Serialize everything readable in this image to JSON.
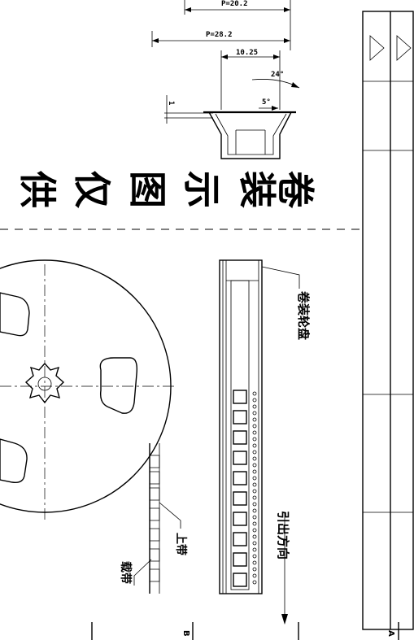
{
  "title_block": {
    "cols": [
      "",
      ""
    ]
  },
  "dimensions": {
    "top_partial": "P=20.2",
    "width_total": "P=28.2",
    "inner_width": "10.25",
    "angle_outer": "24°",
    "angle_inner": "5°",
    "height": "1"
  },
  "title_chars": [
    "卷",
    "装",
    "示",
    "图",
    "仅",
    "供"
  ],
  "labels": {
    "reel": "卷装轮盘",
    "feed_direction": "引出方向",
    "cover_tape": "上带",
    "carrier_tape": "载带"
  },
  "margin_marks": {
    "left_bottom": "A",
    "mid_bottom": "B"
  }
}
